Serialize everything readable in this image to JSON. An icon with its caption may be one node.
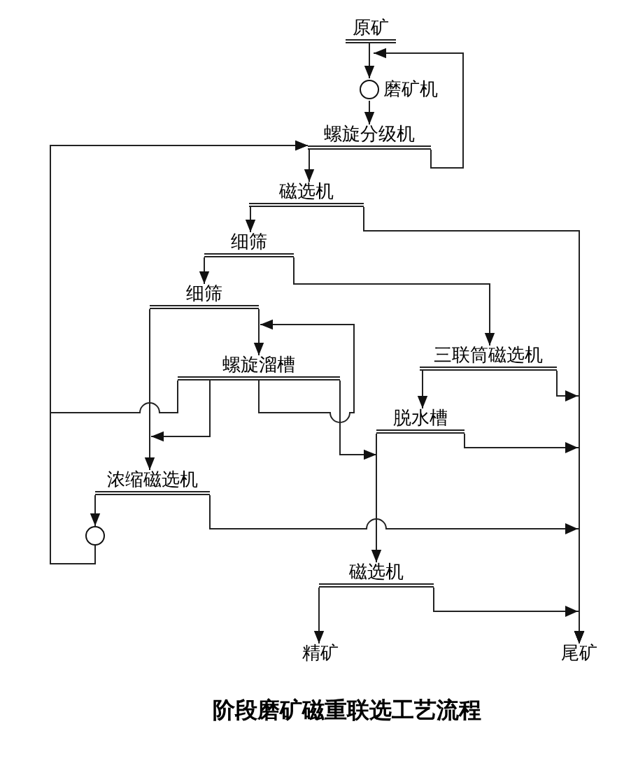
{
  "diagram": {
    "caption": "阶段磨矿磁重联选工艺流程",
    "nodes": [
      {
        "text": [
          "原矿"
        ]
      },
      {
        "text": [
          "磨矿机"
        ]
      },
      {
        "text": [
          "螺旋分级机"
        ]
      },
      {
        "text": [
          "磁选机"
        ]
      },
      {
        "text": [
          "细筛"
        ]
      },
      {
        "text": [
          "细筛"
        ]
      },
      {
        "text": [
          "螺旋溜槽"
        ]
      },
      {
        "text": [
          "三联筒磁选机"
        ]
      },
      {
        "text": [
          "脱水槽"
        ]
      },
      {
        "text": [
          "浓缩磁选机"
        ]
      },
      {
        "text": [],
        "shape": "circle"
      },
      {
        "text": [
          "磁选机"
        ]
      },
      {
        "text": [
          "精矿"
        ]
      },
      {
        "text": [
          "尾矿"
        ]
      }
    ],
    "edges": [
      {
        "from": 0,
        "to": 1,
        "arrow": "to"
      },
      {
        "from": 1,
        "to": 2,
        "arrow": "to"
      },
      {
        "from": 2,
        "to": 1,
        "arrow": "to"
      },
      {
        "from": 2,
        "to": 3,
        "arrow": "to"
      },
      {
        "from": 3,
        "to": 13,
        "arrow": "to"
      },
      {
        "from": 3,
        "to": 4,
        "arrow": "to"
      },
      {
        "from": 4,
        "to": 7,
        "arrow": "to"
      },
      {
        "from": 4,
        "to": 5,
        "arrow": "to"
      },
      {
        "from": 5,
        "to": 6,
        "arrow": "to"
      },
      {
        "from": 5,
        "to": 9,
        "arrow": "to"
      },
      {
        "from": 6,
        "to": 2,
        "arrow": "to"
      },
      {
        "from": 6,
        "to": 9,
        "arrow": "to"
      },
      {
        "from": 6,
        "to": 6,
        "arrow": "to"
      },
      {
        "from": 6,
        "to": 8,
        "arrow": "to"
      },
      {
        "from": 7,
        "to": 8,
        "arrow": "to"
      },
      {
        "from": 7,
        "to": 13,
        "arrow": "to"
      },
      {
        "from": 8,
        "to": 13,
        "arrow": "to"
      },
      {
        "from": 8,
        "to": 11,
        "arrow": "to"
      },
      {
        "from": 9,
        "to": 10,
        "arrow": "to"
      },
      {
        "from": 9,
        "to": 13,
        "arrow": "to"
      },
      {
        "from": 10,
        "to": 2,
        "arrow": "to"
      },
      {
        "from": 11,
        "to": 12,
        "arrow": "to"
      },
      {
        "from": 11,
        "to": 13,
        "arrow": "to"
      }
    ]
  }
}
